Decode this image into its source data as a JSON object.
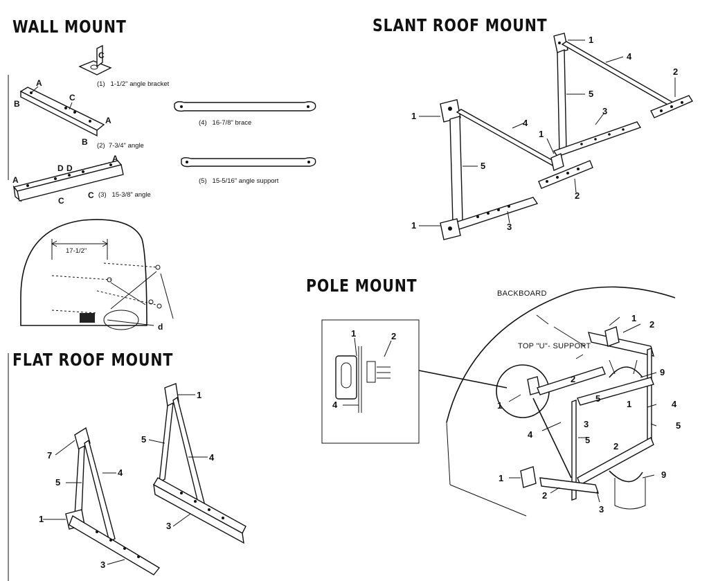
{
  "titles": {
    "wall": "WALL MOUNT",
    "slant": "SLANT ROOF MOUNT",
    "flat": "FLAT ROOF MOUNT",
    "pole": "POLE MOUNT"
  },
  "parts": [
    {
      "num": "(1)",
      "desc": "1-1/2\" angle bracket"
    },
    {
      "num": "(2)",
      "desc": "7-3/4\" angle"
    },
    {
      "num": "(3)",
      "desc": "15-3/8\" angle"
    },
    {
      "num": "(4)",
      "desc": "16-7/8\" brace"
    },
    {
      "num": "(5)",
      "desc": "15-5/16\" angle support"
    }
  ],
  "wall": {
    "bracket_letter": "C",
    "a": "A",
    "b": "B",
    "c": "C",
    "d": "D",
    "dimension": "17-1/2\"",
    "d_label": "d"
  },
  "callouts": {
    "n1": "1",
    "n2": "2",
    "n3": "3",
    "n4": "4",
    "n5": "5",
    "n9": "9",
    "n7": "7"
  },
  "pole": {
    "backboard": "BACKBOARD",
    "top_u": "TOP \"U\"- SUPPORT"
  }
}
